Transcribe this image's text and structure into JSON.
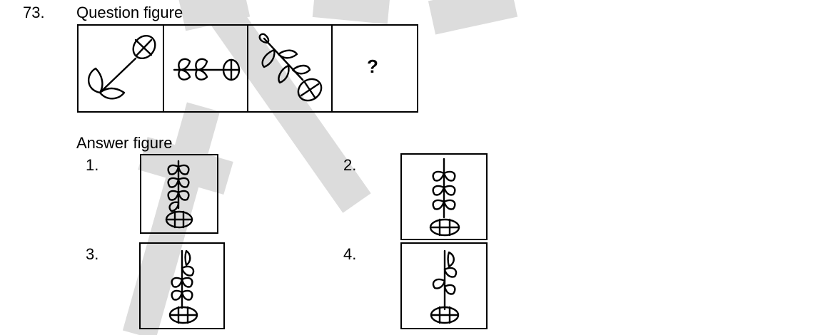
{
  "question": {
    "number": "73.",
    "title": "Question figure",
    "missing_mark": "?"
  },
  "answers": {
    "title": "Answer figure",
    "options": [
      {
        "label": "1."
      },
      {
        "label": "2."
      },
      {
        "label": "3."
      },
      {
        "label": "4."
      }
    ]
  },
  "icons": [
    "flower-stem-figure",
    "watermark-logo"
  ],
  "colors": {
    "ink": "#000000",
    "watermark": "#d9d9d9"
  }
}
